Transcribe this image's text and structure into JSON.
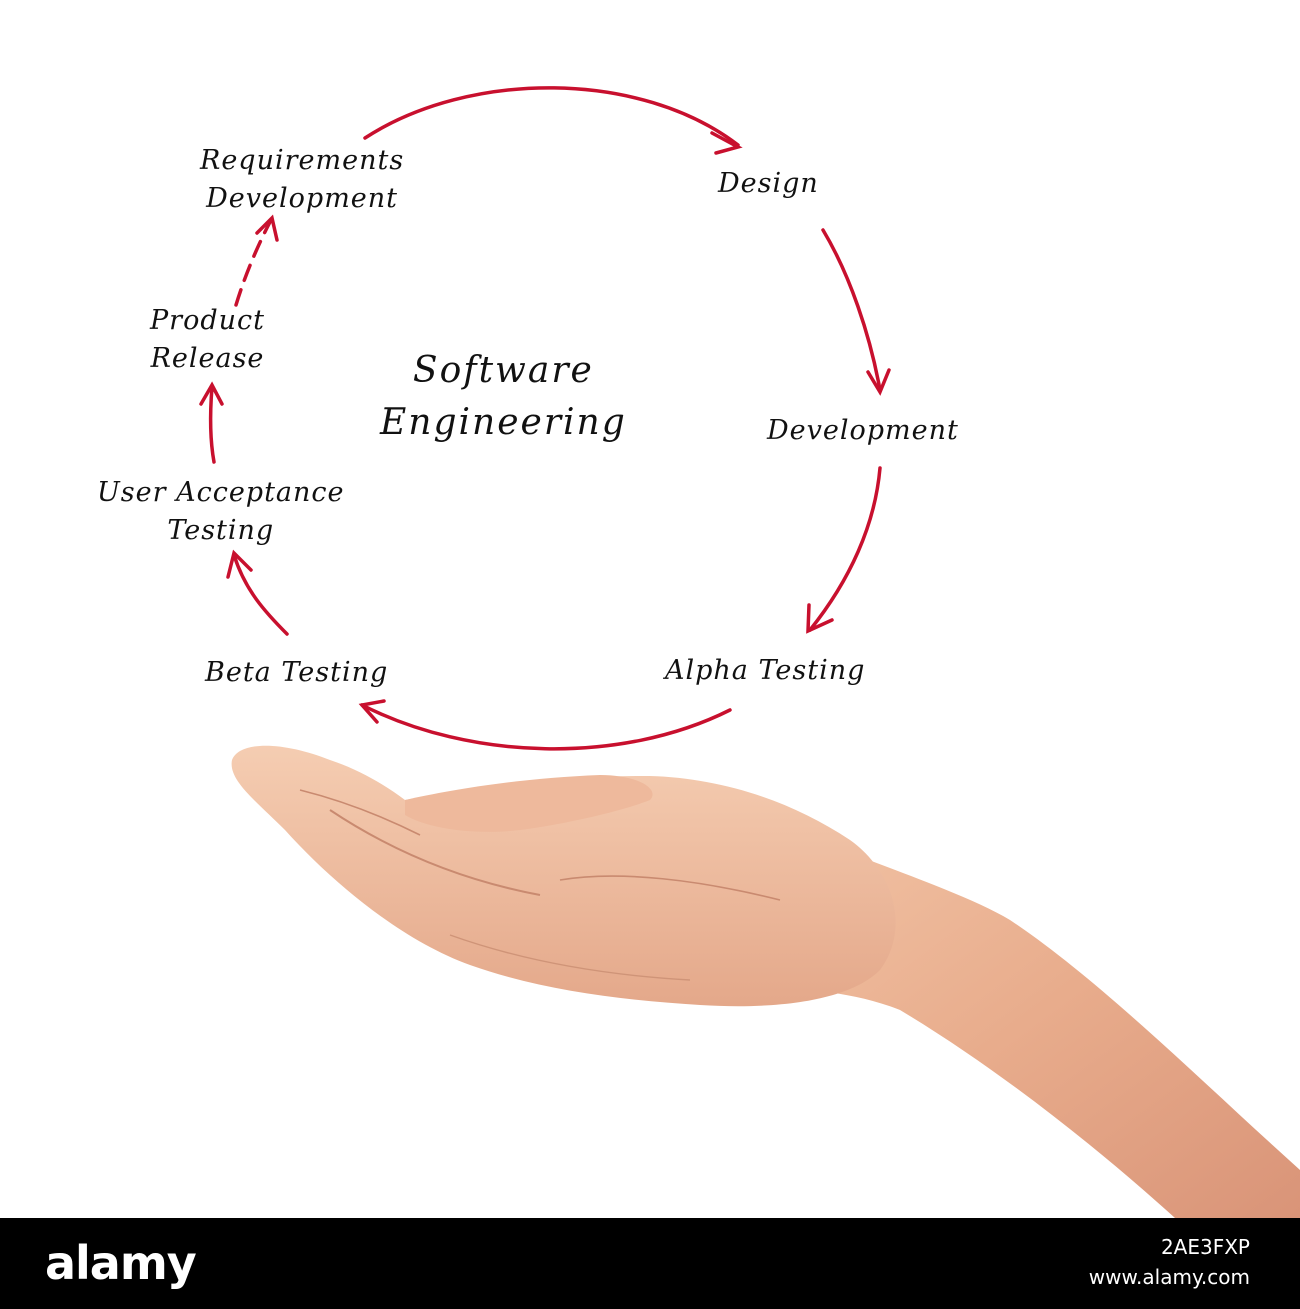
{
  "diagram": {
    "title_line1": "Software",
    "title_line2": "Engineering",
    "stages": {
      "requirements_line1": "Requirements",
      "requirements_line2": "Development",
      "design": "Design",
      "development": "Development",
      "alpha": "Alpha Testing",
      "beta": "Beta Testing",
      "uat_line1": "User Acceptance",
      "uat_line2": "Testing",
      "release_line1": "Product",
      "release_line2": "Release"
    },
    "arrow_color": "#c8102e",
    "text_color": "#111111"
  },
  "footer": {
    "brand": "alamy",
    "image_id": "2AE3FXP",
    "site": "www.alamy.com"
  }
}
